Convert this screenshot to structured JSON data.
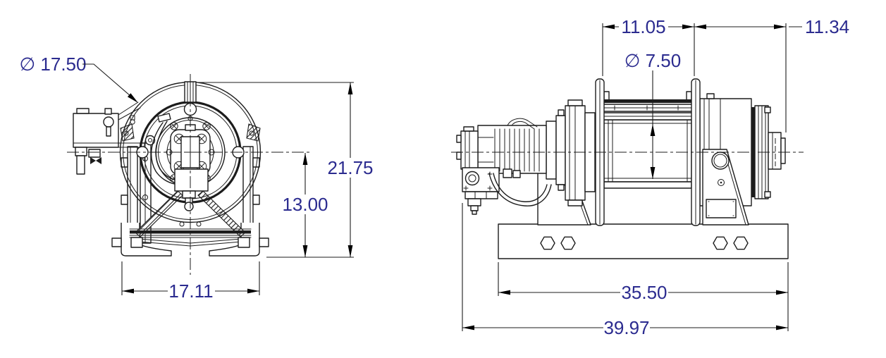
{
  "colors": {
    "line": "#1c1c1c",
    "dimension_text": "#2b2b8f",
    "background": "#ffffff"
  },
  "front_view": {
    "dimensions": {
      "flange_diameter": {
        "label": "∅ 17.50"
      },
      "overall_height": {
        "label": "21.75"
      },
      "centerline_height": {
        "label": "13.00"
      },
      "base_width": {
        "label": "17.11"
      }
    }
  },
  "side_view": {
    "dimensions": {
      "drum_width": {
        "label": "11.05"
      },
      "motor_end_width": {
        "label": "11.34"
      },
      "drum_core_diameter": {
        "label": "∅ 7.50"
      },
      "base_length": {
        "label": "35.50"
      },
      "overall_length": {
        "label": "39.97"
      }
    }
  }
}
